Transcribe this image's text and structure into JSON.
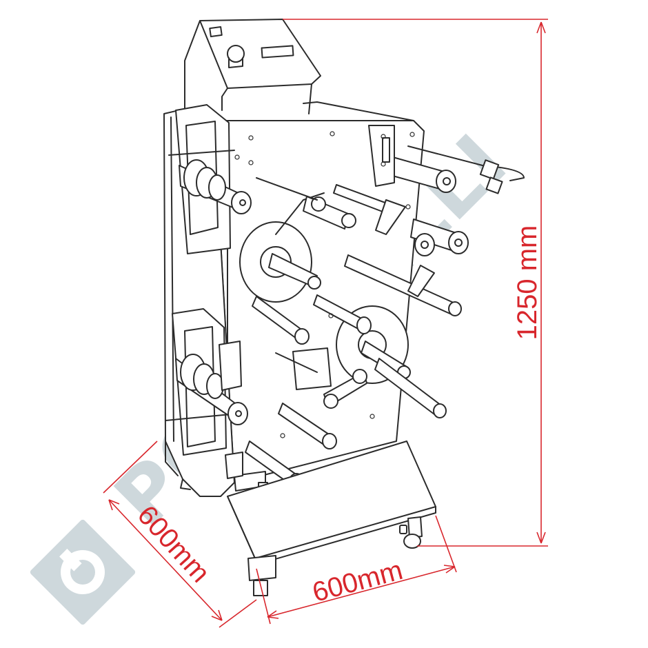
{
  "watermark": {
    "text": "POLSINELLI",
    "color": "#ced8dc",
    "icon": "polsinelli-logo-icon"
  },
  "dimensions": {
    "height_label": "1250 mm",
    "depth_label": "600mm",
    "width_label": "600mm",
    "color": "#d8262c"
  },
  "drawing": {
    "subject": "machine-line-drawing",
    "stroke_color": "#2b2b2b"
  }
}
